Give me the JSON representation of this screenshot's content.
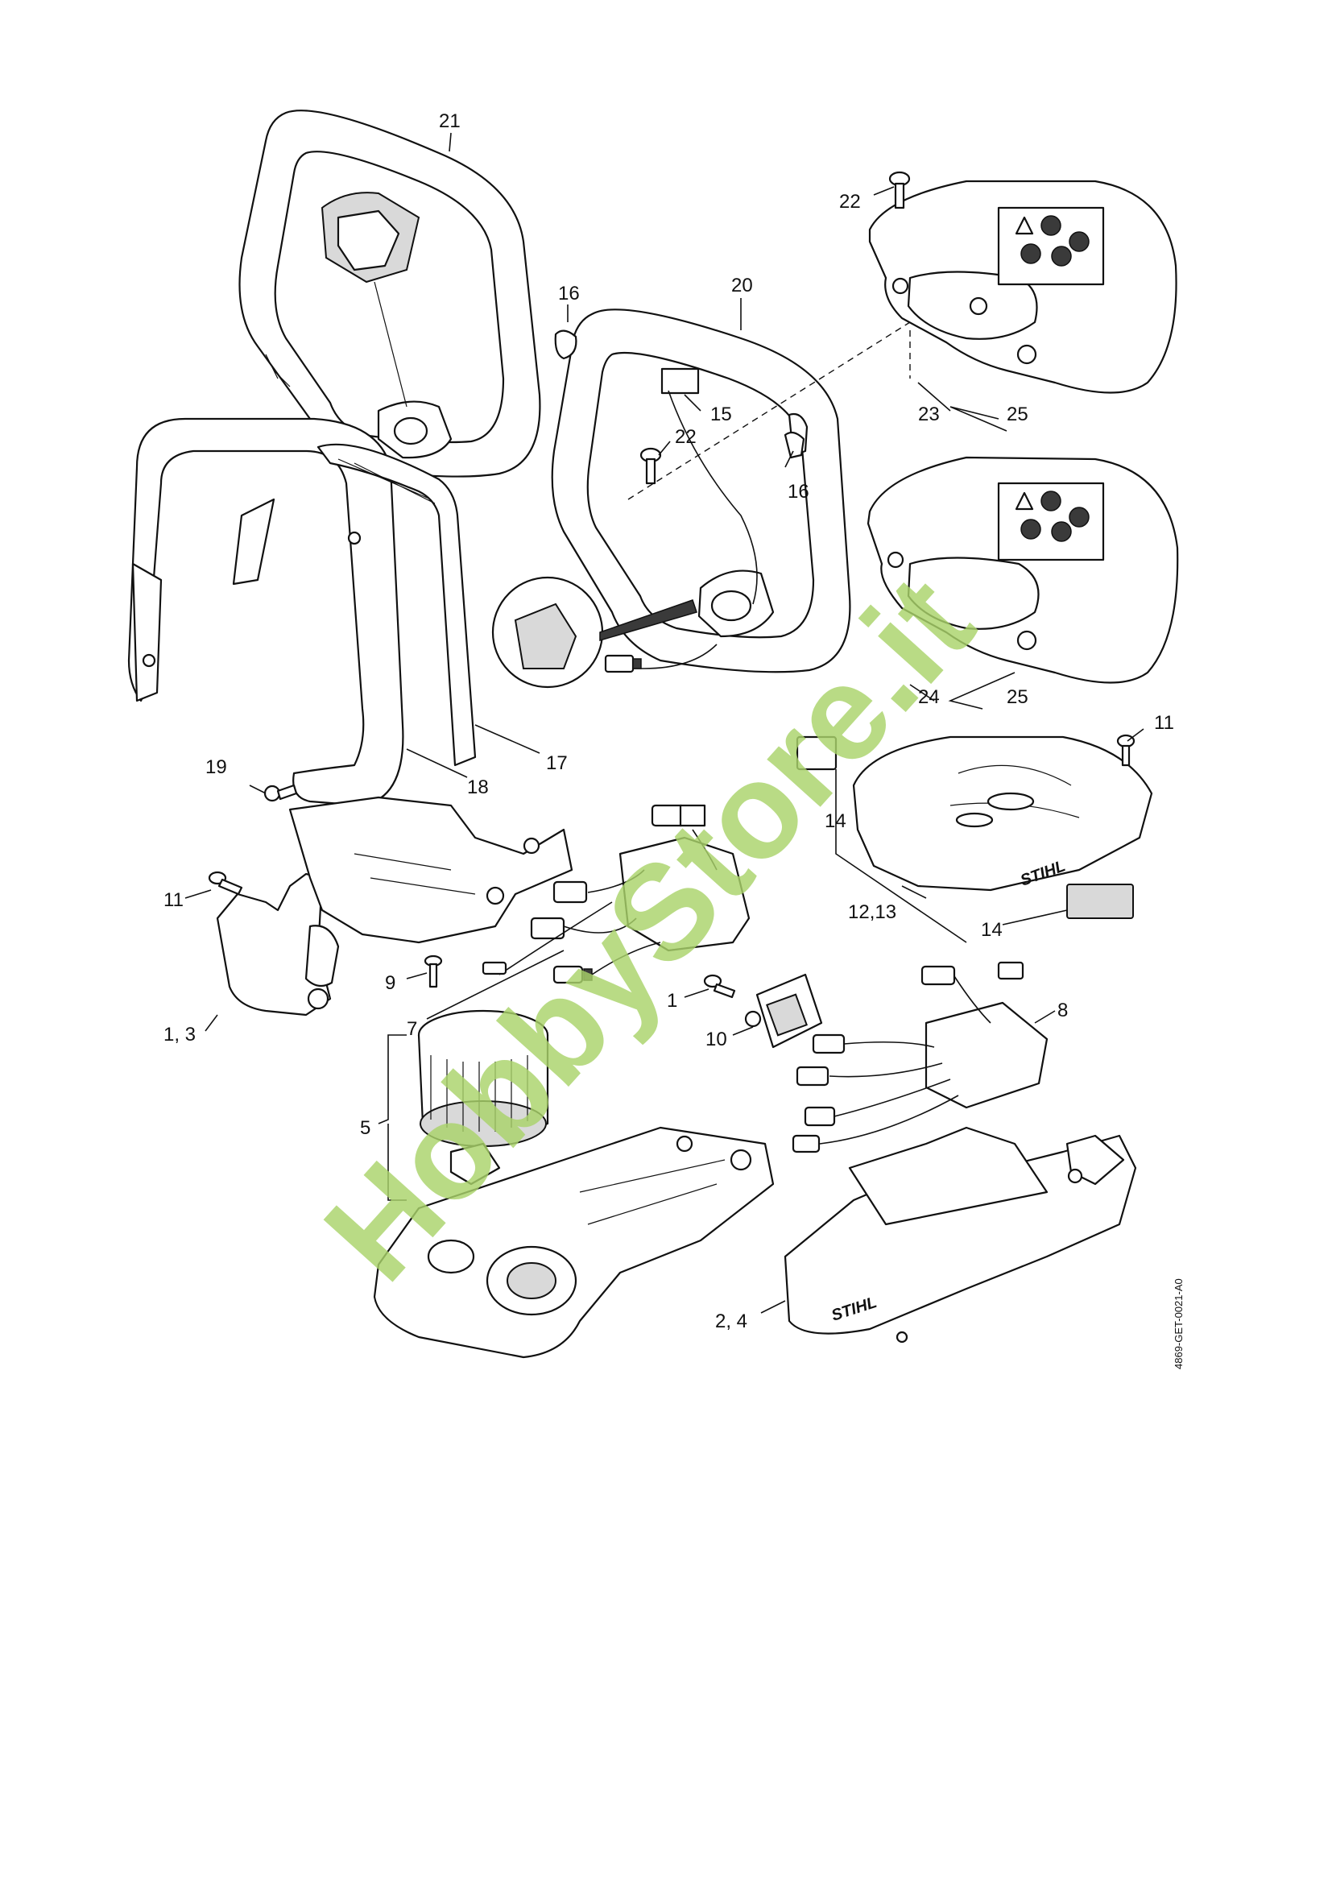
{
  "drawing_code": "4869-GET-0021-A0",
  "watermark": "HobbyStore.it",
  "brand_logo": "STIHL",
  "callouts": {
    "c21": "21",
    "c16a": "16",
    "c20": "20",
    "c22a": "22",
    "c15": "15",
    "c22b": "22",
    "c16b": "16",
    "c23": "23",
    "c25a": "25",
    "c24": "24",
    "c25b": "25",
    "c17": "17",
    "c18": "18",
    "c19": "19",
    "c11a": "11",
    "c11b": "11",
    "c14a": "14",
    "c14b": "14",
    "c1213": "12,13",
    "c9": "9",
    "c1b": "1",
    "c10": "10",
    "c8": "8",
    "c13": "1, 3",
    "c7": "7",
    "c5": "5",
    "c24b": "2, 4"
  }
}
